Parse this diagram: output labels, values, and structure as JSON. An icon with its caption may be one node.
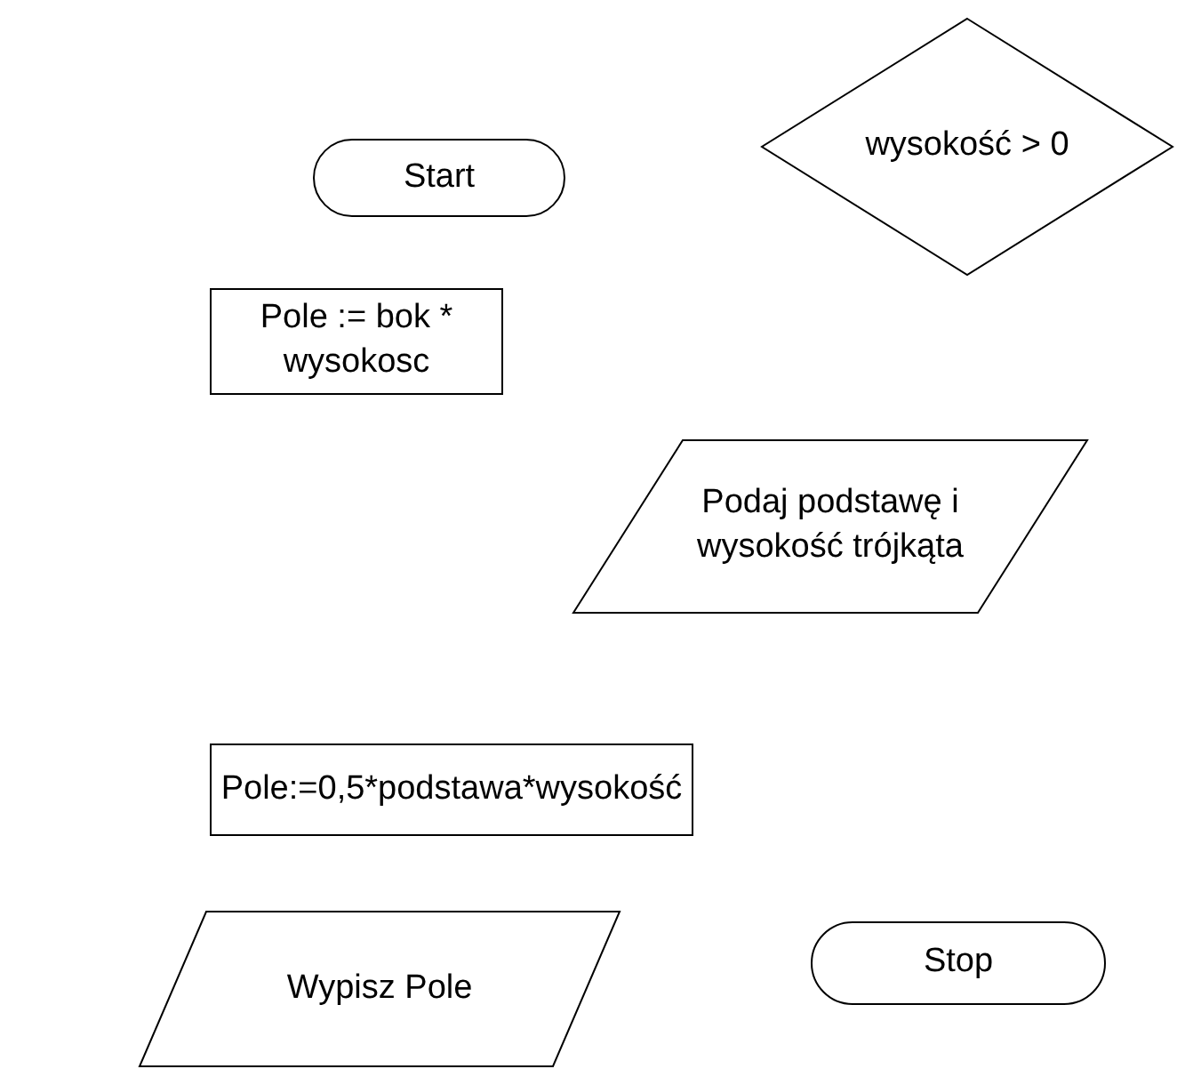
{
  "diagram": {
    "nodes": [
      {
        "text": [
          "Start"
        ]
      },
      {
        "text": [
          "wysokość > 0"
        ]
      },
      {
        "text": [
          "Pole := bok * wysokosc"
        ]
      },
      {
        "text": [
          "Podaj podstawę i wysokość trójkąta"
        ]
      },
      {
        "text": [
          "Pole:=0,5*podstawa*wysokość"
        ]
      },
      {
        "text": [
          "Wypisz Pole"
        ]
      },
      {
        "text": [
          "Stop"
        ]
      }
    ]
  }
}
